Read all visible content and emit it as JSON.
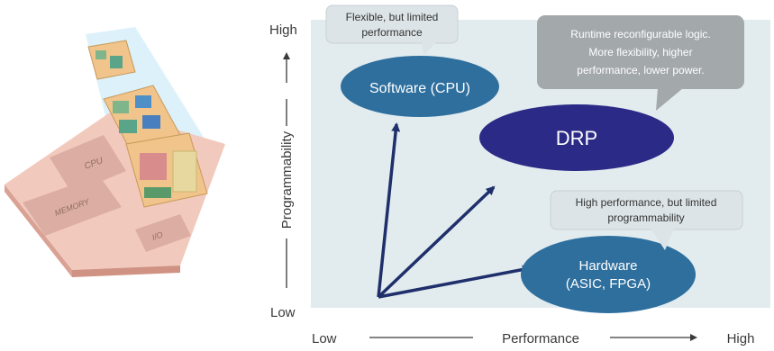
{
  "axes": {
    "y_high": "High",
    "y_low": "Low",
    "y_label": "Programmability",
    "x_low": "Low",
    "x_label": "Performance",
    "x_high": "High"
  },
  "nodes": {
    "software": "Software (CPU)",
    "drp": "DRP",
    "hardware_line1": "Hardware",
    "hardware_line2": "(ASIC, FPGA)"
  },
  "callouts": {
    "software_line1": "Flexible, but limited",
    "software_line2": "performance",
    "drp_line1": "Runtime reconfigurable logic.",
    "drp_line2": "More flexibility, higher",
    "drp_line3": "performance, lower power.",
    "hardware_line1": "High performance, but limited",
    "hardware_line2": "programmability"
  },
  "chip_labels": {
    "cpu": "CPU",
    "memory": "MEMORY",
    "io": "I/O"
  },
  "colors": {
    "plot_background": "#e2ecef",
    "node_fill": "#2e6f9e",
    "drp_fill": "#2b2a86",
    "arrow": "#1f2f6b",
    "callout_light": "#dde4e7",
    "callout_dark": "#a3a8ab"
  },
  "icons": {
    "chip_illustration": "reconfigurable-chip-illustration"
  }
}
